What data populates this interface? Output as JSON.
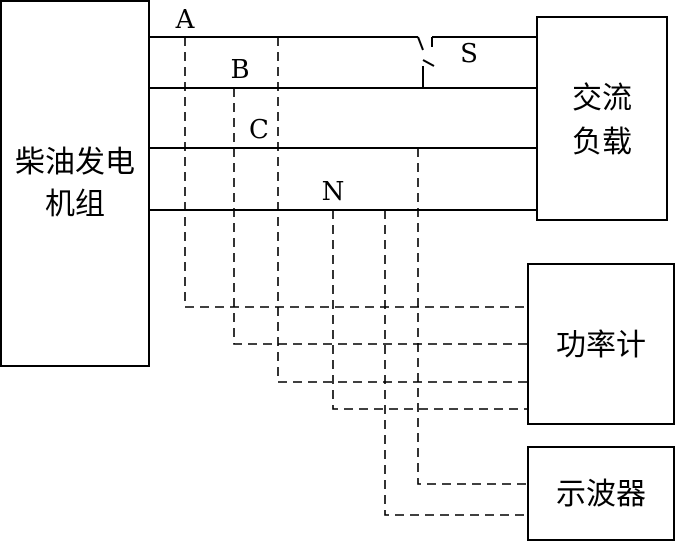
{
  "blocks": {
    "generator": {
      "lines": [
        "柴油发电",
        "机组"
      ]
    },
    "load": {
      "lines": [
        "交流",
        "负载"
      ]
    },
    "power_meter": {
      "label": "功率计"
    },
    "oscilloscope": {
      "label": "示波器"
    }
  },
  "phases": {
    "a": "A",
    "b": "B",
    "c": "C",
    "n": "N"
  },
  "switch": {
    "label": "S"
  }
}
